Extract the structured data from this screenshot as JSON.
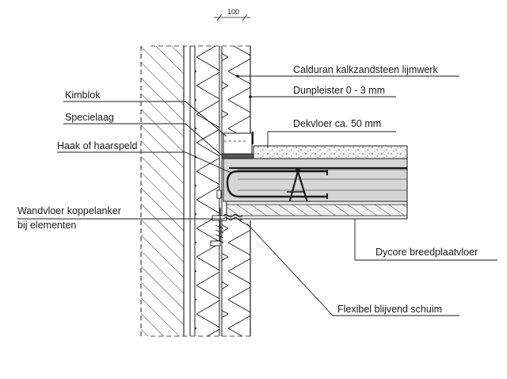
{
  "dimension": {
    "value": "100"
  },
  "labels": {
    "calduran": "Calduran kalkzandsteen lijmwerk",
    "dunpleister": "Dunpleister 0 - 3 mm",
    "kimblok": "Kimblok",
    "specielaag": "Specielaag",
    "dekvloer": "Dekvloer ca. 50 mm",
    "haak": "Haak of haarspeld",
    "koppelanker_line1": "Wandvloer koppelanker",
    "koppelanker_line2": "bij elementen",
    "dycore": "Dycore breedplaatvloer",
    "schuim": "Flexibel blijvend schuim"
  },
  "colors": {
    "line": "#1a1a1a",
    "slab": "#d6d6d6",
    "screed": "#efefef",
    "wall_fill": "#ffffff"
  }
}
